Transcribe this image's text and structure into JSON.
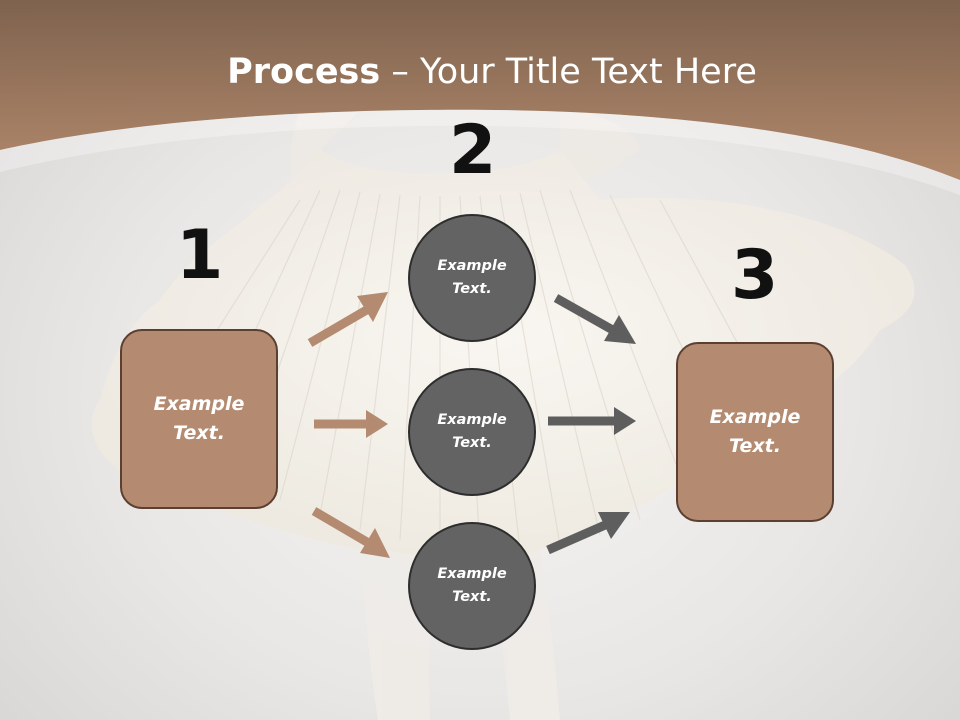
{
  "slide": {
    "title_bold": "Process",
    "title_rest": " – Your Title Text Here"
  },
  "diagram": {
    "steps": [
      {
        "number": "1",
        "label": "Example Text."
      },
      {
        "number": "2",
        "items": [
          {
            "label": "Example Text."
          },
          {
            "label": "Example Text."
          },
          {
            "label": "Example Text."
          }
        ]
      },
      {
        "number": "3",
        "label": "Example Text."
      }
    ]
  },
  "colors": {
    "header_band": "#a07a5e",
    "box_fill": "#b48b70",
    "box_border": "#5b3f31",
    "circle_fill": "#636363",
    "circle_border": "#2d2d2d",
    "arrow_brown": "#b48b70",
    "arrow_gray": "#5e5e5e"
  }
}
